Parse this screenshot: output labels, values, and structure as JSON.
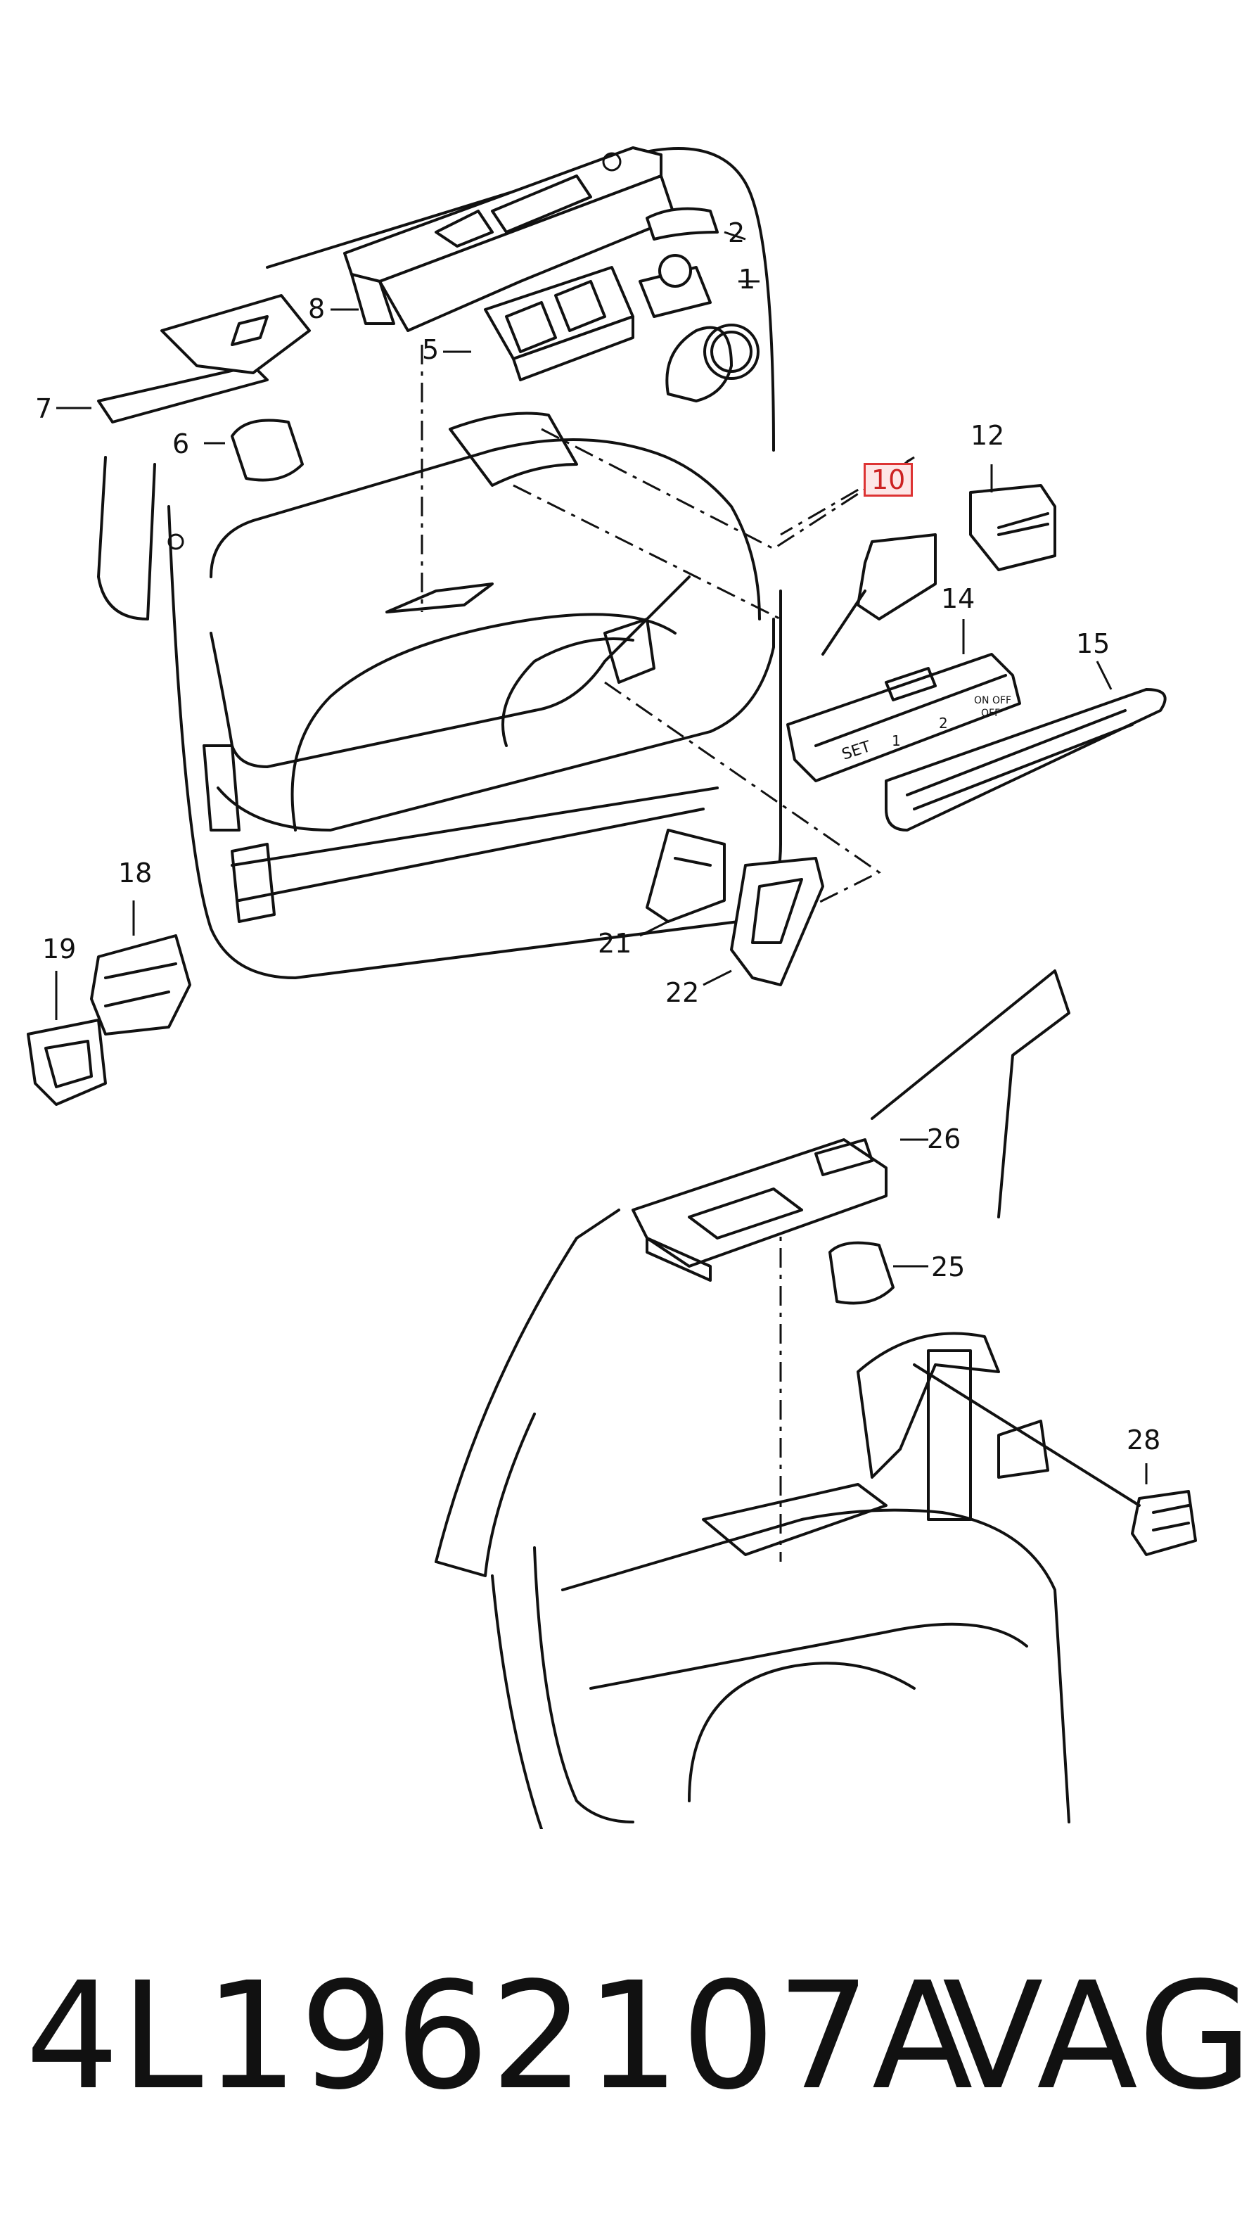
{
  "diagram": {
    "labels": {
      "p1": "1",
      "p2": "2",
      "p5": "5",
      "p6": "6",
      "p7": "7",
      "p8": "8",
      "p10": "10",
      "p12": "12",
      "p14": "14",
      "p15": "15",
      "p18": "18",
      "p19": "19",
      "p21": "21",
      "p22": "22",
      "p25": "25",
      "p26": "26",
      "p28": "28"
    },
    "switch_text": {
      "set": "SET",
      "one": "1",
      "two": "2",
      "on_off": "ON OFF",
      "off": "OFF"
    },
    "highlighted_part": "10",
    "highlight_color": "#d33333"
  },
  "footer": {
    "part_number": "4L1962107A",
    "brand": "VAG"
  }
}
